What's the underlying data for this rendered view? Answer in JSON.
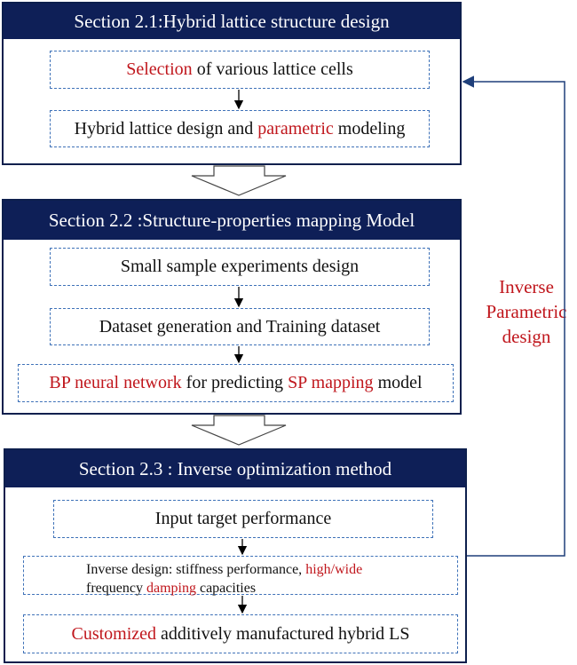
{
  "sections": [
    {
      "title": "Section 2.1:Hybrid lattice structure design",
      "steps": [
        {
          "parts": [
            {
              "text": "Selection",
              "red": true
            },
            {
              "text": " of various lattice cells",
              "red": false
            }
          ]
        },
        {
          "parts": [
            {
              "text": "Hybrid lattice design and ",
              "red": false
            },
            {
              "text": "parametric",
              "red": true
            },
            {
              "text": " modeling",
              "red": false
            }
          ]
        }
      ]
    },
    {
      "title": "Section 2.2 :Structure-properties mapping Model",
      "steps": [
        {
          "parts": [
            {
              "text": "Small sample experiments design",
              "red": false
            }
          ]
        },
        {
          "parts": [
            {
              "text": "Dataset generation and Training dataset",
              "red": false
            }
          ]
        },
        {
          "parts": [
            {
              "text": "BP neural network",
              "red": true
            },
            {
              "text": " for predicting ",
              "red": false
            },
            {
              "text": "SP mapping",
              "red": true
            },
            {
              "text": " model",
              "red": false
            }
          ]
        }
      ]
    },
    {
      "title": "Section 2.3 : Inverse optimization method",
      "steps": [
        {
          "parts": [
            {
              "text": "Input target performance",
              "red": false
            }
          ]
        },
        {
          "line1": [
            {
              "text": "Inverse design: stiffness performance, ",
              "red": false
            },
            {
              "text": "high/wide",
              "red": true
            }
          ],
          "line2": [
            {
              "text": "frequency ",
              "red": false
            },
            {
              "text": "damping",
              "red": true
            },
            {
              "text": " capacities",
              "red": false
            }
          ]
        },
        {
          "parts": [
            {
              "text": "Customized",
              "red": true
            },
            {
              "text": " additively manufactured hybrid LS",
              "red": false
            }
          ]
        }
      ]
    }
  ],
  "feedback_label": [
    "Inverse",
    "Parametric",
    "design"
  ],
  "colors": {
    "header_bg": "#0e1f57",
    "dashed": "#3f72b8",
    "highlight": "#c0161c",
    "arrow": "#1f3f7a"
  }
}
